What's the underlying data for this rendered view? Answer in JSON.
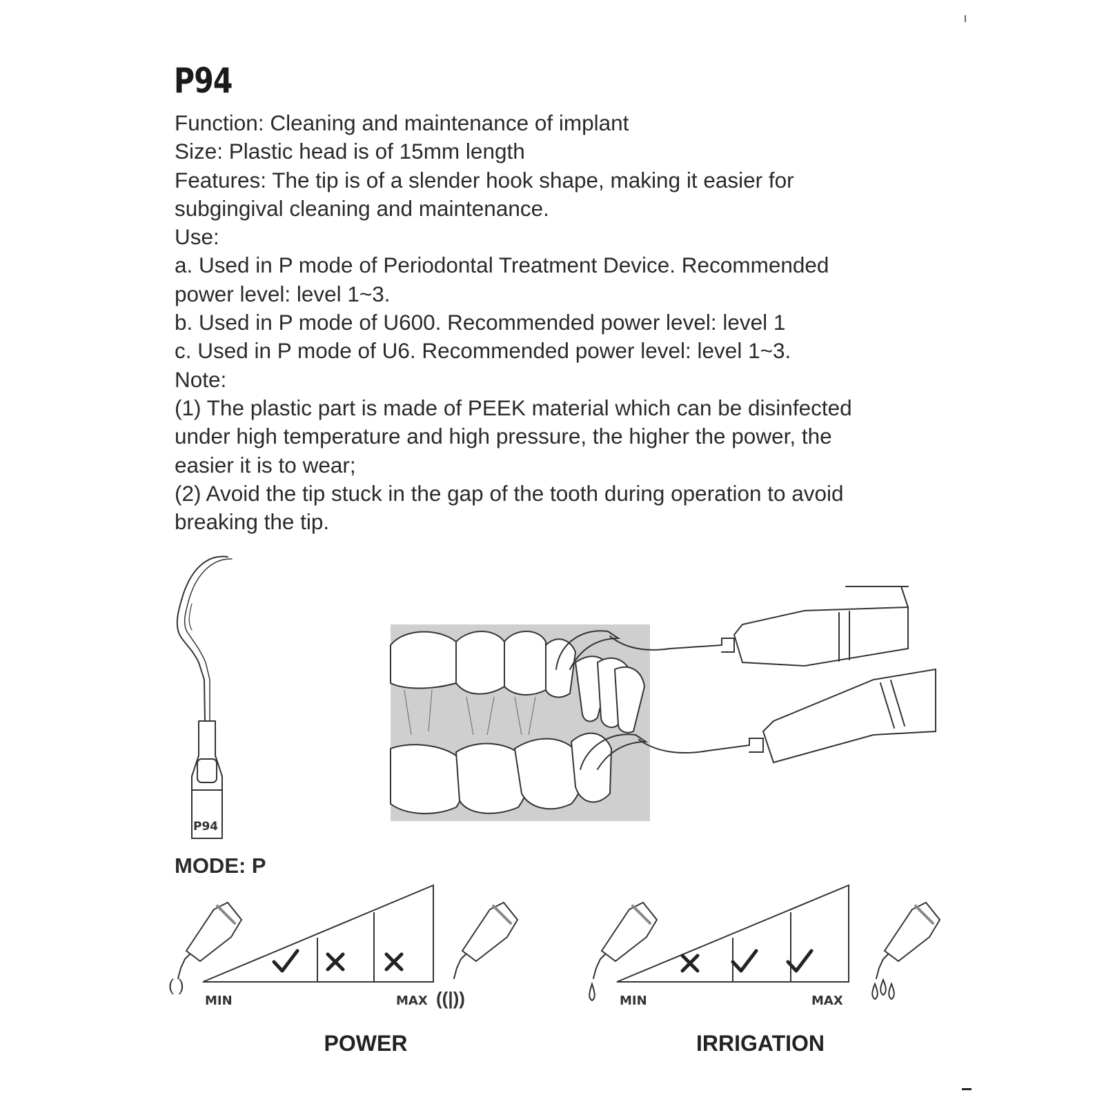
{
  "title": "P94",
  "lines": [
    "Function: Cleaning and maintenance of implant",
    "Size: Plastic head is of 15mm length",
    "Features: The tip is of a slender hook shape, making it easier for",
    "subgingival cleaning and maintenance.",
    "Use:",
    "a. Used in P mode of Periodontal Treatment Device. Recommended",
    "power level: level 1~3.",
    "b. Used in P mode of U600. Recommended power level: level 1",
    "c. Used in P mode of U6. Recommended power level: level 1~3.",
    "Note:",
    "(1) The plastic part is made of PEEK material which can be disinfected",
    "under high temperature and high pressure, the higher the power, the",
    "easier it is to wear;",
    "(2) Avoid the tip stuck in the gap of the tooth during operation to avoid",
    "breaking the tip."
  ],
  "tip_label": "P94",
  "mode_label": "MODE: P",
  "power": {
    "label": "POWER",
    "min_label": "MIN",
    "max_label": "MAX",
    "levels": [
      "check",
      "cross",
      "cross"
    ]
  },
  "irrigation": {
    "label": "IRRIGATION",
    "min_label": "MIN",
    "max_label": "MAX",
    "levels": [
      "cross",
      "check",
      "check"
    ]
  }
}
